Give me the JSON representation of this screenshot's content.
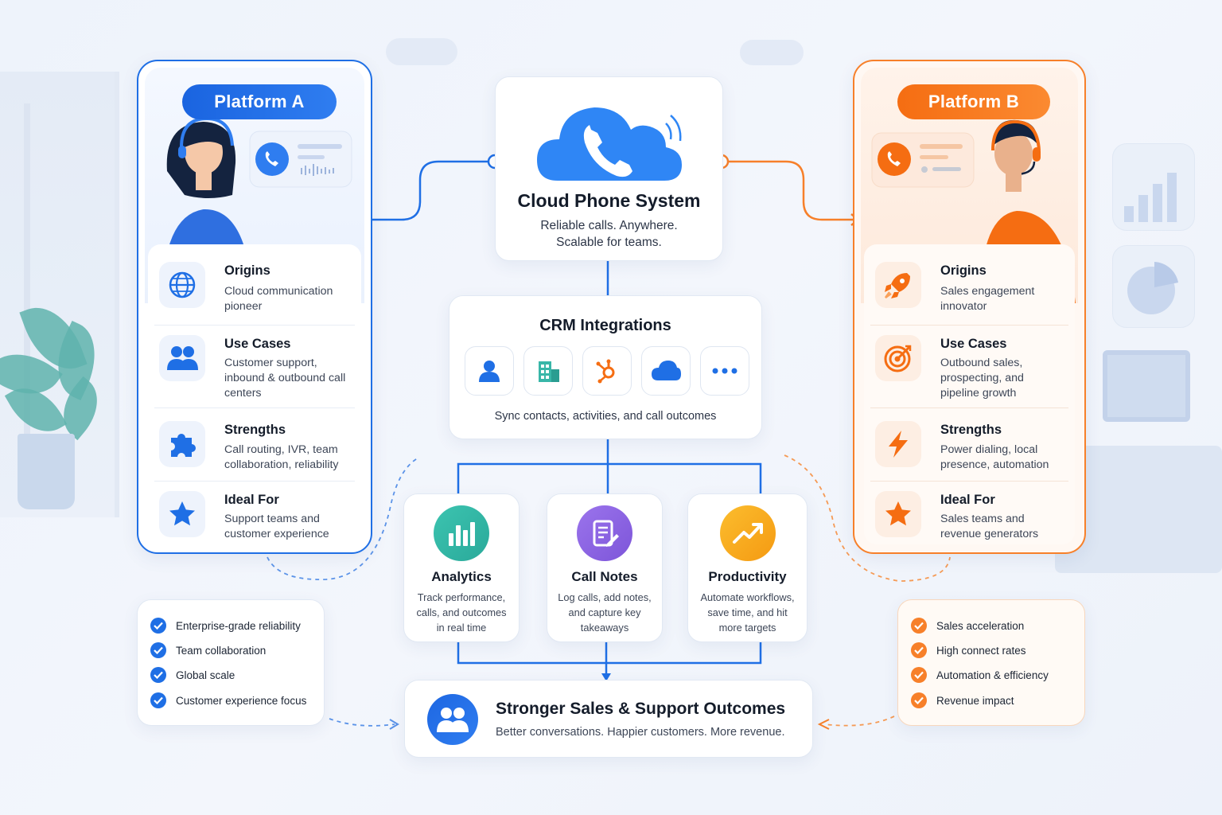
{
  "platform_a": {
    "label": "Platform A",
    "rows": [
      {
        "icon": "globe-icon",
        "title": "Origins",
        "desc": "Cloud communication pioneer"
      },
      {
        "icon": "users-icon",
        "title": "Use Cases",
        "desc": "Customer support, inbound & outbound call centers"
      },
      {
        "icon": "puzzle-icon",
        "title": "Strengths",
        "desc": "Call routing, IVR, team collaboration, reliability"
      },
      {
        "icon": "star-icon",
        "title": "Ideal For",
        "desc": "Support teams and customer experience"
      }
    ],
    "checks": [
      "Enterprise-grade reliability",
      "Team collaboration",
      "Global scale",
      "Customer experience focus"
    ],
    "color": "#1f6fe5"
  },
  "platform_b": {
    "label": "Platform B",
    "rows": [
      {
        "icon": "rocket-icon",
        "title": "Origins",
        "desc": "Sales engagement innovator"
      },
      {
        "icon": "target-icon",
        "title": "Use Cases",
        "desc": "Outbound sales, prospecting, and pipeline growth"
      },
      {
        "icon": "lightning-icon",
        "title": "Strengths",
        "desc": "Power dialing, local presence, automation"
      },
      {
        "icon": "star-icon",
        "title": "Ideal For",
        "desc": "Sales teams and revenue generators"
      }
    ],
    "checks": [
      "Sales acceleration",
      "High connect rates",
      "Automation & efficiency",
      "Revenue impact"
    ],
    "color": "#f7802a"
  },
  "cloud": {
    "title": "Cloud Phone System",
    "sub1": "Reliable calls. Anywhere.",
    "sub2": "Scalable for teams."
  },
  "crm": {
    "title": "CRM Integrations",
    "icons": [
      "contact-icon",
      "building-icon",
      "hubspot-icon",
      "cloud-icon",
      "more-icon"
    ],
    "sub": "Sync contacts, activities, and call outcomes"
  },
  "features": [
    {
      "icon": "bar-chart-icon",
      "title": "Analytics",
      "desc1": "Track performance,",
      "desc2": "calls, and outcomes",
      "desc3": "in real time",
      "color": "#2fb8a5"
    },
    {
      "icon": "notes-icon",
      "title": "Call Notes",
      "desc1": "Log calls, add notes,",
      "desc2": "and capture key",
      "desc3": "takeaways",
      "color": "#8d63e3"
    },
    {
      "icon": "trend-up-icon",
      "title": "Productivity",
      "desc1": "Automate workflows,",
      "desc2": "save time, and hit",
      "desc3": "more targets",
      "color": "#f7a91e"
    }
  ],
  "outcome": {
    "title": "Stronger Sales & Support Outcomes",
    "desc": "Better conversations. Happier customers. More revenue."
  }
}
